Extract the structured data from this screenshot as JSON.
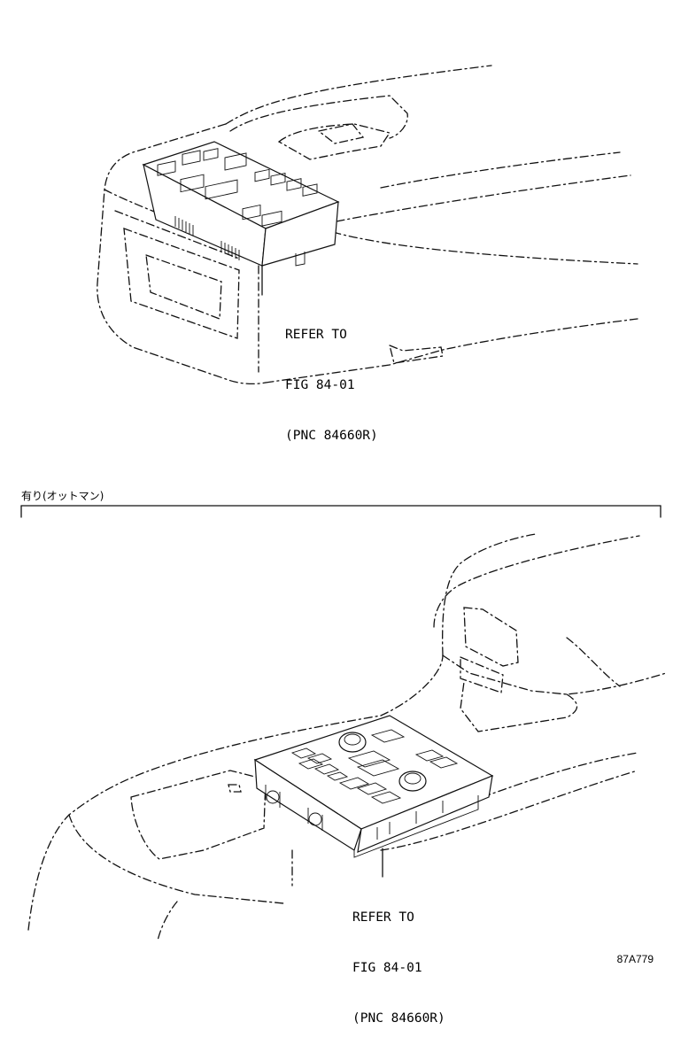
{
  "top_callout": {
    "line1": "REFER TO",
    "line2": "FIG 84-01",
    "line3": "(PNC 84660R)"
  },
  "section": {
    "label": "有り(オットマン)"
  },
  "bottom_callout": {
    "line1": "REFER TO",
    "line2": "FIG 84-01",
    "line3": "(PNC 84660R)"
  },
  "figure_number": "87A779"
}
